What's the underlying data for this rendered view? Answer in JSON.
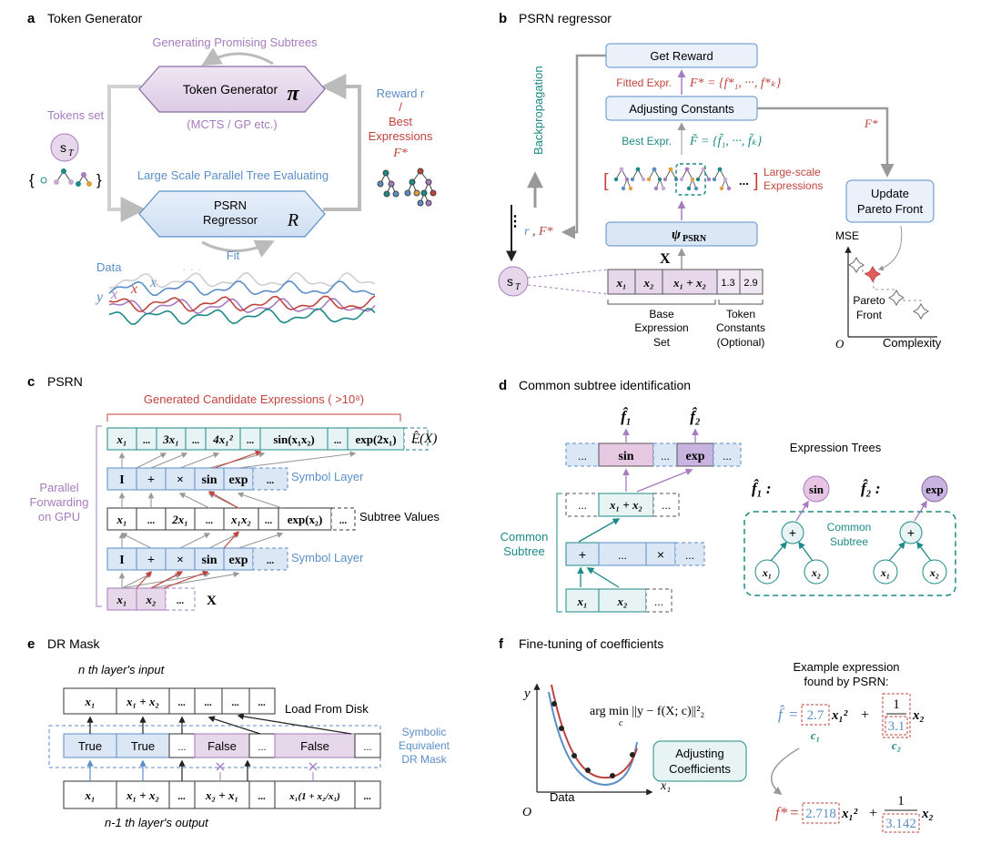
{
  "panels": {
    "a": {
      "letter": "a",
      "title": "Token Generator"
    },
    "b": {
      "letter": "b",
      "title": "PSRN regressor"
    },
    "c": {
      "letter": "c",
      "title": "PSRN"
    },
    "d": {
      "letter": "d",
      "title": "Common subtree identification"
    },
    "e": {
      "letter": "e",
      "title": "DR Mask"
    },
    "f": {
      "letter": "f",
      "title": "Fine-tuning of coefficients"
    }
  },
  "a": {
    "generating": "Generating Promising Subtrees",
    "token_generator": "Token Generator",
    "pi": "π",
    "mcts": "(MCTS / GP etc.)",
    "tokens_set": "Tokens set",
    "s_t": "s",
    "s_t_sub": "T",
    "brace_open": "{",
    "brace_close": "}",
    "large_scale": "Large Scale Parallel Tree Evaluating",
    "psrn_line1": "PSRN",
    "psrn_line2": "Regressor",
    "r_sym": "R",
    "reward": "Reward r",
    "slash": "/",
    "best": "Best",
    "expressions": "Expressions",
    "f_star": "F*",
    "fit": "Fit",
    "data": "Data",
    "y": "y",
    "x1": "x",
    "x2": "x",
    "x3": "x",
    "dots": "· · ·"
  },
  "b": {
    "get_reward": "Get Reward",
    "fitted": "Fitted Expr.",
    "fitted_set": "F* = {f*₁, ···, f*ₖ}",
    "adjusting": "Adjusting Constants",
    "best_expr": "Best Expr.",
    "best_set": "F̃ = {f̃₁, ···, f̃ₖ}",
    "large1": "Large-scale",
    "large2": "Expressions",
    "f_star": "F*",
    "backprop": "Backpropagation",
    "r_f": "r , F*",
    "psi": "ψ",
    "psi_sub": "PSRN",
    "x_bold": "X",
    "update1": "Update",
    "update2": "Pareto Front",
    "mse": "MSE",
    "pareto1": "Pareto",
    "pareto2": "Front",
    "origin": "O",
    "complexity": "Complexity",
    "s_t": "s",
    "s_t_sub": "T",
    "cells": [
      "x₁",
      "x₂",
      "x₁ + x₂",
      "1.3",
      "2.9"
    ],
    "base1": "Base",
    "base2": "Expression",
    "base3": "Set",
    "tc1": "Token",
    "tc2": "Constants",
    "tc3": "(Optional)",
    "ellipsis": "...",
    "vdots": "⋮"
  },
  "c": {
    "generated": "Generated Candidate Expressions ( >10⁸)",
    "top_cells": [
      "x₁",
      "...",
      "3x₁",
      "...",
      "4x₁²",
      "...",
      "sin(x₁x₂)",
      "...",
      "exp(2x₁)",
      "..."
    ],
    "f_hat_x": "F̂(X)",
    "sym_cells": [
      "I",
      "+",
      "×",
      "sin",
      "exp",
      "..."
    ],
    "symbol_layer": "Symbol Layer",
    "mid_cells": [
      "x₁",
      "...",
      "2x₁",
      "...",
      "x₁x₂",
      "...",
      "exp(x₂)",
      "..."
    ],
    "subtree_values": "Subtree Values",
    "bot_cells": [
      "x₁",
      "x₂",
      "..."
    ],
    "x_bold": "X",
    "parallel1": "Parallel",
    "parallel2": "Forwarding",
    "parallel3": "on GPU"
  },
  "d": {
    "f1": "f̂₁",
    "f2": "f̂₂",
    "top_cells": [
      "...",
      "sin",
      "...",
      "exp",
      "..."
    ],
    "row2": [
      "...",
      "x₁ + x₂",
      "..."
    ],
    "row3": [
      "+",
      "...",
      "×",
      "..."
    ],
    "row4": [
      "x₁",
      "x₂",
      "..."
    ],
    "common1": "Common",
    "common2": "Subtree",
    "expression_trees": "Expression Trees",
    "f1_colon": "f̂₁ :",
    "f2_colon": "f̂₂ :",
    "sin": "sin",
    "exp": "exp",
    "plus": "+",
    "x1": "x₁",
    "x2": "x₂"
  },
  "e": {
    "nth_input": "n th layer's input",
    "top_cells": [
      "x₁",
      "x₁ + x₂",
      "...",
      "...",
      "...",
      "..."
    ],
    "load": "Load From Disk",
    "mask_cells": [
      "True",
      "True",
      "...",
      "False",
      "...",
      "False",
      "..."
    ],
    "symbolic1": "Symbolic",
    "symbolic2": "Equivalent",
    "symbolic3": "DR Mask",
    "bot_cells": [
      "x₁",
      "x₁ + x₂",
      "...",
      "x₂ + x₁",
      "...",
      "x₁(1 + x₂/x₁)",
      "..."
    ],
    "n1_output": "n-1 th layer's output"
  },
  "f": {
    "y": "y",
    "argmin": "arg min ||y − f(X; c)||²₂",
    "argmin_sub": "c",
    "adjust1": "Adjusting",
    "adjust2": "Coefficients",
    "data": "Data",
    "origin": "O",
    "x1": "x₁",
    "example1": "Example expression",
    "example2": "found by PSRN:",
    "f_hat": "f̂",
    "eq": "=",
    "c1_val": "2.7",
    "c1": "c₁",
    "x1sq": "x₁²",
    "plus": "+",
    "one": "1",
    "c2_val": "3.1",
    "c2": "c₂",
    "x2": "x₂",
    "f_star": "f*",
    "c1_fin": "2.718",
    "c2_fin": "3.142"
  },
  "colors": {
    "purple": "#a77bbf",
    "blue": "#5b8ec7",
    "teal": "#1e8a87",
    "red": "#c0443d",
    "lightblue": "#dbe7f5",
    "lightpurple": "#e6d8ea"
  }
}
